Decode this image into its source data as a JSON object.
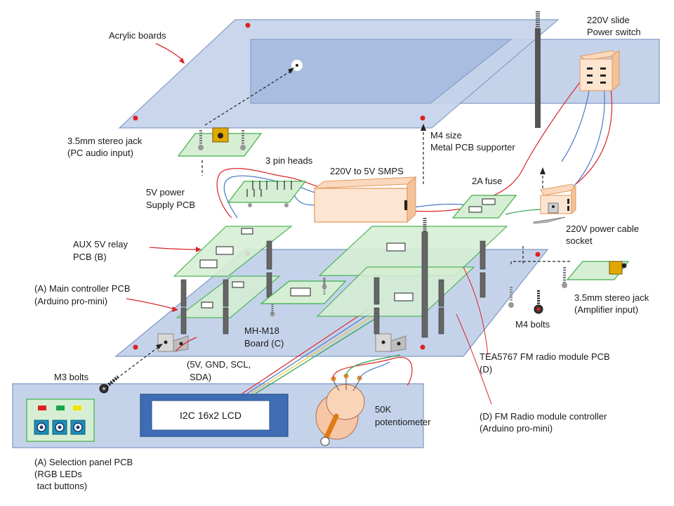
{
  "labels": {
    "acrylic": "Acrylic boards",
    "slide_switch_1": "220V slide",
    "slide_switch_2": "Power switch",
    "jack_pc_1": "3.5mm stereo jack",
    "jack_pc_2": "(PC audio input)",
    "m4_support_1": "M4 size",
    "m4_support_2": "Metal PCB supporter",
    "pinheads": "3 pin heads",
    "smps": "220V to 5V SMPS",
    "fuse": "2A fuse",
    "supply_pcb_1": "5V power",
    "supply_pcb_2": "Supply PCB",
    "relay_pcb_1": "AUX 5V relay",
    "relay_pcb_2": "PCB (B)",
    "cable_socket_1": "220V power cable",
    "cable_socket_2": "socket",
    "main_ctrl_1": "(A) Main controller PCB",
    "main_ctrl_2": "(Arduino pro-mini)",
    "jack_amp_1": "3.5mm stereo jack",
    "jack_amp_2": "(Amplifier input)",
    "m4_bolts": "M4 bolts",
    "mh_board_1": "MH-M18",
    "mh_board_2": "Board (C)",
    "tea_1": "TEA5767 FM radio module PCB",
    "tea_2": "(D)",
    "bus_1": "(5V, GND, SCL,",
    "bus_2": "SDA)",
    "m3_bolts": "M3 bolts",
    "lcd": "I2C 16x2 LCD",
    "pot_1": "50K",
    "pot_2": "potentiometer",
    "fm_ctrl_1": "(D) FM Radio module controller",
    "fm_ctrl_2": "(Arduino pro-mini)",
    "sel_1": "(A) Selection panel PCB",
    "sel_2": "(RGB LEDs",
    "sel_3": " tact buttons)"
  },
  "colors": {
    "acrylic_fill": "#c5d3ea",
    "acrylic_stroke": "#7e97c4",
    "acrylic_inner": "#a9bde0",
    "pcb_fill": "#d6efd4",
    "pcb_stroke": "#3fae49",
    "lcd_frame": "#3f6db5",
    "smps_fill": "#fde5d2",
    "smps_stroke": "#e3985b",
    "arrow_red": "#d9262b",
    "led_red": "#e02020",
    "led_green": "#1aa34a",
    "led_yellow": "#f2e400",
    "wire_red": "#d9262b",
    "wire_blue": "#4a78c8",
    "wire_green": "#2aa04a",
    "wire_yellow": "#e8c63a"
  }
}
